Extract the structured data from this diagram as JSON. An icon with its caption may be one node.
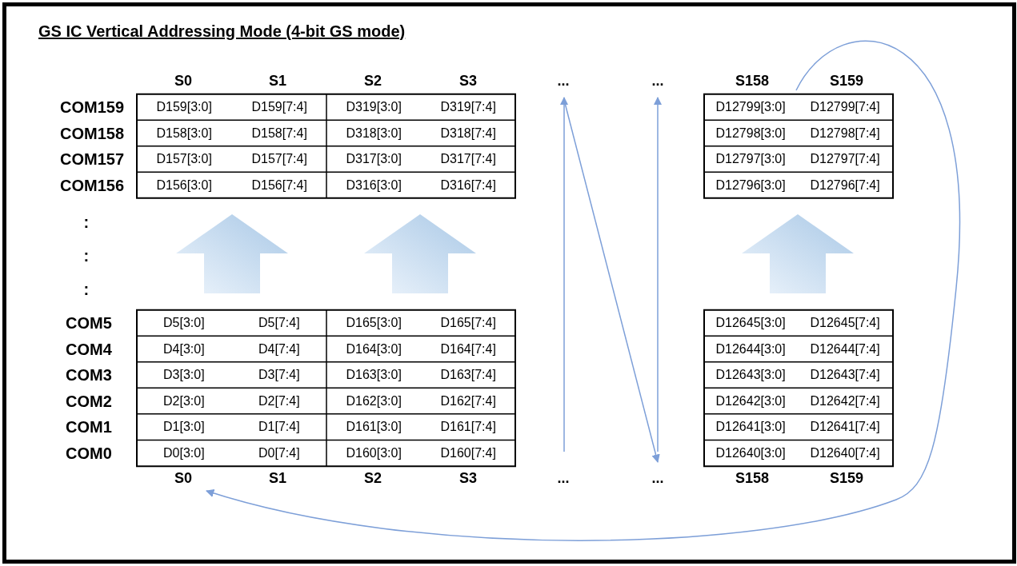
{
  "diagram": {
    "title": "GS IC Vertical Addressing Mode (4-bit GS mode)",
    "labels": [
      "S0",
      "S1",
      "S2",
      "S3",
      "...",
      "...",
      "S158",
      "S159",
      "COM159",
      "D159[3:0]",
      "D159[7:4]",
      "D319[3:0]",
      "D319[7:4]",
      "D12799[3:0]",
      "D12799[7:4]",
      "COM158",
      "D158[3:0]",
      "D158[7:4]",
      "D318[3:0]",
      "D318[7:4]",
      "D12798[3:0]",
      "D12798[7:4]",
      "COM157",
      "D157[3:0]",
      "D157[7:4]",
      "D317[3:0]",
      "D317[7:4]",
      "D12797[3:0]",
      "D12797[7:4]",
      "COM156",
      "D156[3:0]",
      "D156[7:4]",
      "D316[3:0]",
      "D316[7:4]",
      "D12796[3:0]",
      "D12796[7:4]",
      ":",
      ":",
      ":",
      "COM5",
      "D5[3:0]",
      "D5[7:4]",
      "D165[3:0]",
      "D165[7:4]",
      "D12645[3:0]",
      "D12645[7:4]",
      "COM4",
      "D4[3:0]",
      "D4[7:4]",
      "D164[3:0]",
      "D164[7:4]",
      "D12644[3:0]",
      "D12644[7:4]",
      "COM3",
      "D3[3:0]",
      "D3[7:4]",
      "D163[3:0]",
      "D163[7:4]",
      "D12643[3:0]",
      "D12643[7:4]",
      "COM2",
      "D2[3:0]",
      "D2[7:4]",
      "D162[3:0]",
      "D162[7:4]",
      "D12642[3:0]",
      "D12642[7:4]",
      "COM1",
      "D1[3:0]",
      "D1[7:4]",
      "D161[3:0]",
      "D161[7:4]",
      "D12641[3:0]",
      "D12641[7:4]",
      "COM0",
      "D0[3:0]",
      "D0[7:4]",
      "D160[3:0]",
      "D160[7:4]",
      "D12640[3:0]",
      "D12640[7:4]",
      "S0",
      "S1",
      "S2",
      "S3",
      "...",
      "...",
      "S158",
      "S159"
    ]
  }
}
